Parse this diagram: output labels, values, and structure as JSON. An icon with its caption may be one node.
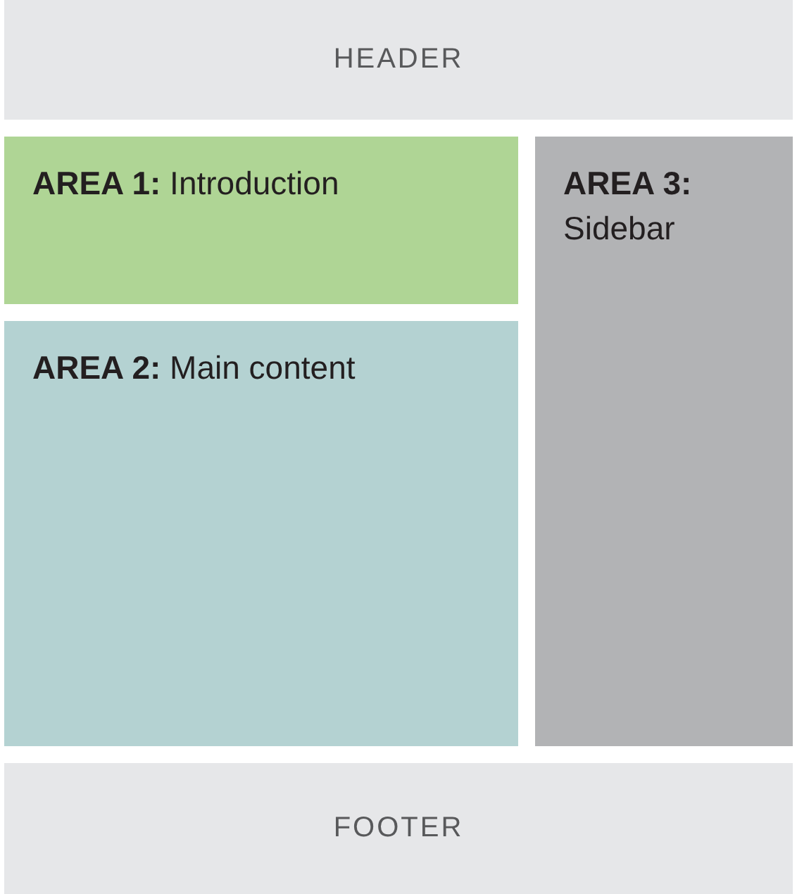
{
  "diagram": {
    "nodes": [
      {
        "text": [
          "HEADER"
        ]
      },
      {
        "text": [
          "**AREA 1:** Introduction"
        ]
      },
      {
        "text": [
          "**AREA 2:** Main content"
        ]
      },
      {
        "text": [
          "**AREA 3:** Sidebar"
        ]
      },
      {
        "text": [
          "FOOTER"
        ]
      }
    ]
  }
}
